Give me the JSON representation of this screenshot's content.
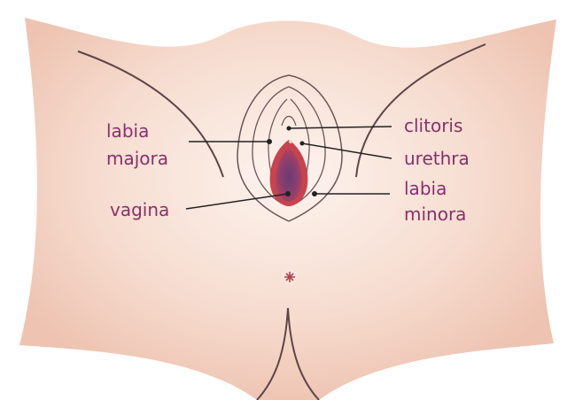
{
  "diagram": {
    "colors": {
      "skin": "#f3cfc1",
      "skin_light": "#fbeee8",
      "outline": "#5e4548",
      "label_text": "#8a2f6e",
      "leader_line": "#222222",
      "opening": "#c9434f",
      "opening_inner": "#7a3a6e"
    },
    "labels": {
      "labia_majora": {
        "line1": "labia",
        "line2": "majora"
      },
      "vagina": "vagina",
      "clitoris": "clitoris",
      "urethra": "urethra",
      "labia_minora": {
        "line1": "labia",
        "line2": "minora"
      }
    }
  }
}
